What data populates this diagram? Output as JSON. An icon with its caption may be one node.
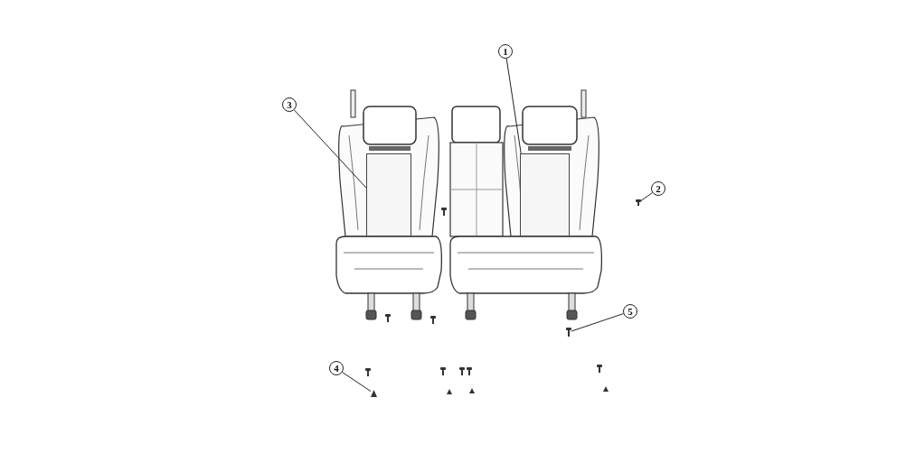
{
  "diagram": {
    "nodes": [
      {
        "text": [
          "1"
        ]
      },
      {
        "text": [],
        "shape": "box"
      },
      {
        "text": [
          "3"
        ]
      },
      {
        "text": [],
        "shape": "box"
      },
      {
        "text": [
          "2"
        ]
      },
      {
        "text": [],
        "shape": "picture"
      },
      {
        "text": [
          "5"
        ]
      },
      {
        "text": [],
        "shape": "picture"
      },
      {
        "text": [
          "4"
        ]
      },
      {
        "text": [],
        "shape": "picture"
      }
    ],
    "edges": [
      {
        "from": 0,
        "to": 3,
        "arrow": "none"
      },
      {
        "from": 2,
        "to": 1,
        "arrow": "none"
      },
      {
        "from": 4,
        "to": 5,
        "arrow": "none"
      },
      {
        "from": 6,
        "to": 7,
        "arrow": "none"
      },
      {
        "from": 8,
        "to": 9,
        "arrow": "none"
      }
    ]
  }
}
